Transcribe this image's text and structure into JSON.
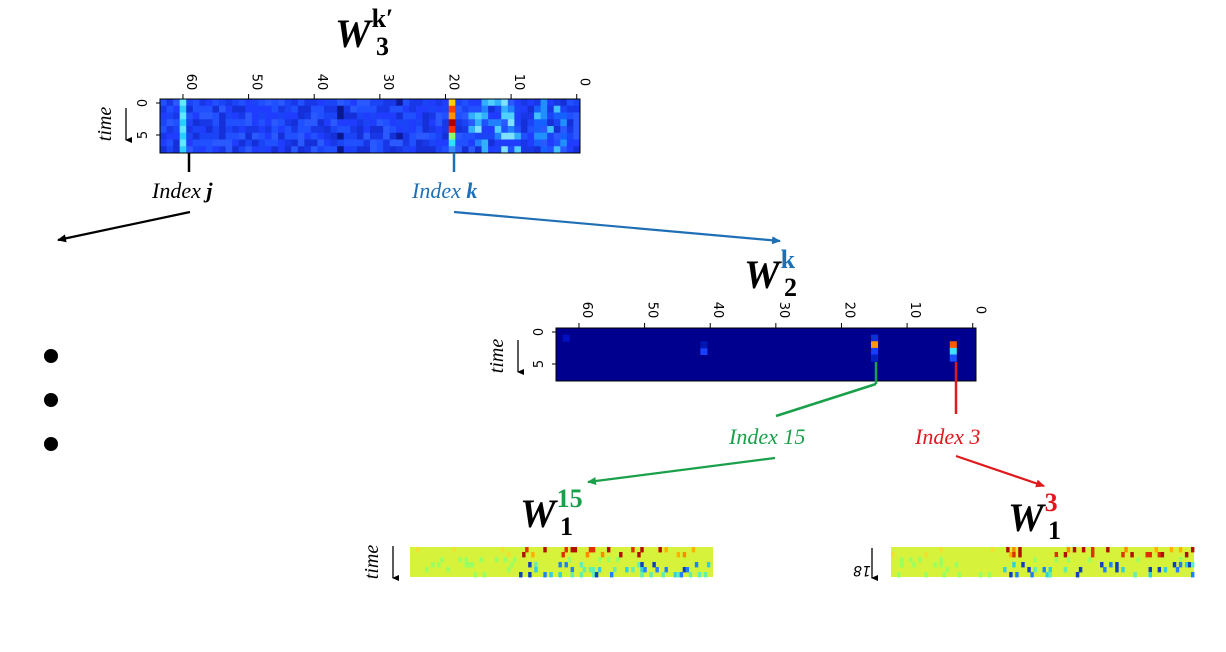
{
  "w3": {
    "base": "W",
    "superscript": "k′",
    "subscript": "3"
  },
  "w2": {
    "base": "W",
    "superscript": "k",
    "subscript": "2"
  },
  "w1_left": {
    "base": "W",
    "superscript": "15",
    "subscript": "1"
  },
  "w1_right": {
    "base": "W",
    "superscript": "3",
    "subscript": "1"
  },
  "index_j": {
    "prefix": "Index ",
    "var": "j"
  },
  "index_k": {
    "prefix": "Index ",
    "var": "k"
  },
  "index_15": {
    "text": "Index 15"
  },
  "index_3": {
    "text": "Index 3"
  },
  "axis": {
    "time_label": "time",
    "x_ticks": [
      "60",
      "50",
      "40",
      "30",
      "20",
      "10",
      "0"
    ],
    "y_ticks": [
      "0",
      "5"
    ],
    "right_y_tick": "18"
  },
  "colors": {
    "black": "#000000",
    "blue": "#1f6fb5",
    "green": "#1aa04a",
    "red": "#e0191c",
    "heatmap_blue": "#1a3cff",
    "heatmap_navy": "#00008f",
    "heatmap_yellow": "#d6f23a"
  }
}
